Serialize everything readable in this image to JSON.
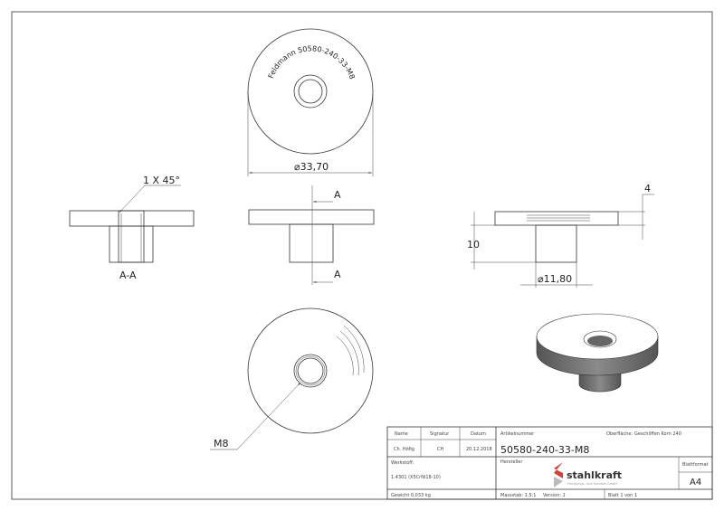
{
  "drawing": {
    "engraving": "Feldmann 50580-240-33-M8",
    "dim_diameter_flange": "⌀33,70",
    "dim_chamfer": "1 X 45°",
    "section_marker": "A",
    "section_label": "A-A",
    "dim_thickness": "4",
    "dim_height": "10",
    "dim_diameter_shank": "⌀11,80",
    "thread_label": "M8"
  },
  "title_block": {
    "name_header": "Name",
    "signature_header": "Signatur",
    "date_header": "Datum",
    "name_value": "Ch. Höfig",
    "signature_value": "CH",
    "date_value": "20.12.2018",
    "article_label": "Artikelnummer",
    "article_number": "50580-240-33-M8",
    "surface_label": "Oberfläche:",
    "surface_value": "Geschliffen Korn 240",
    "material_label": "Werkstoff:",
    "material_value": "1.4301 (X5CrNi18-10)",
    "manufacturer_label": "Hersteller",
    "brand_name": "stahlkraft",
    "brand_tagline": "Fertigungs- und Handels GmbH",
    "format_label": "Blattformat",
    "format_value": "A4",
    "weight": "Gewicht 0,033 kg",
    "scale": "Massstab: 1.5:1",
    "version": "Version: 1",
    "sheet": "Blatt 1 von 1"
  },
  "colors": {
    "brand_red": "#d6403a",
    "brand_grey": "#bbbbbb"
  }
}
